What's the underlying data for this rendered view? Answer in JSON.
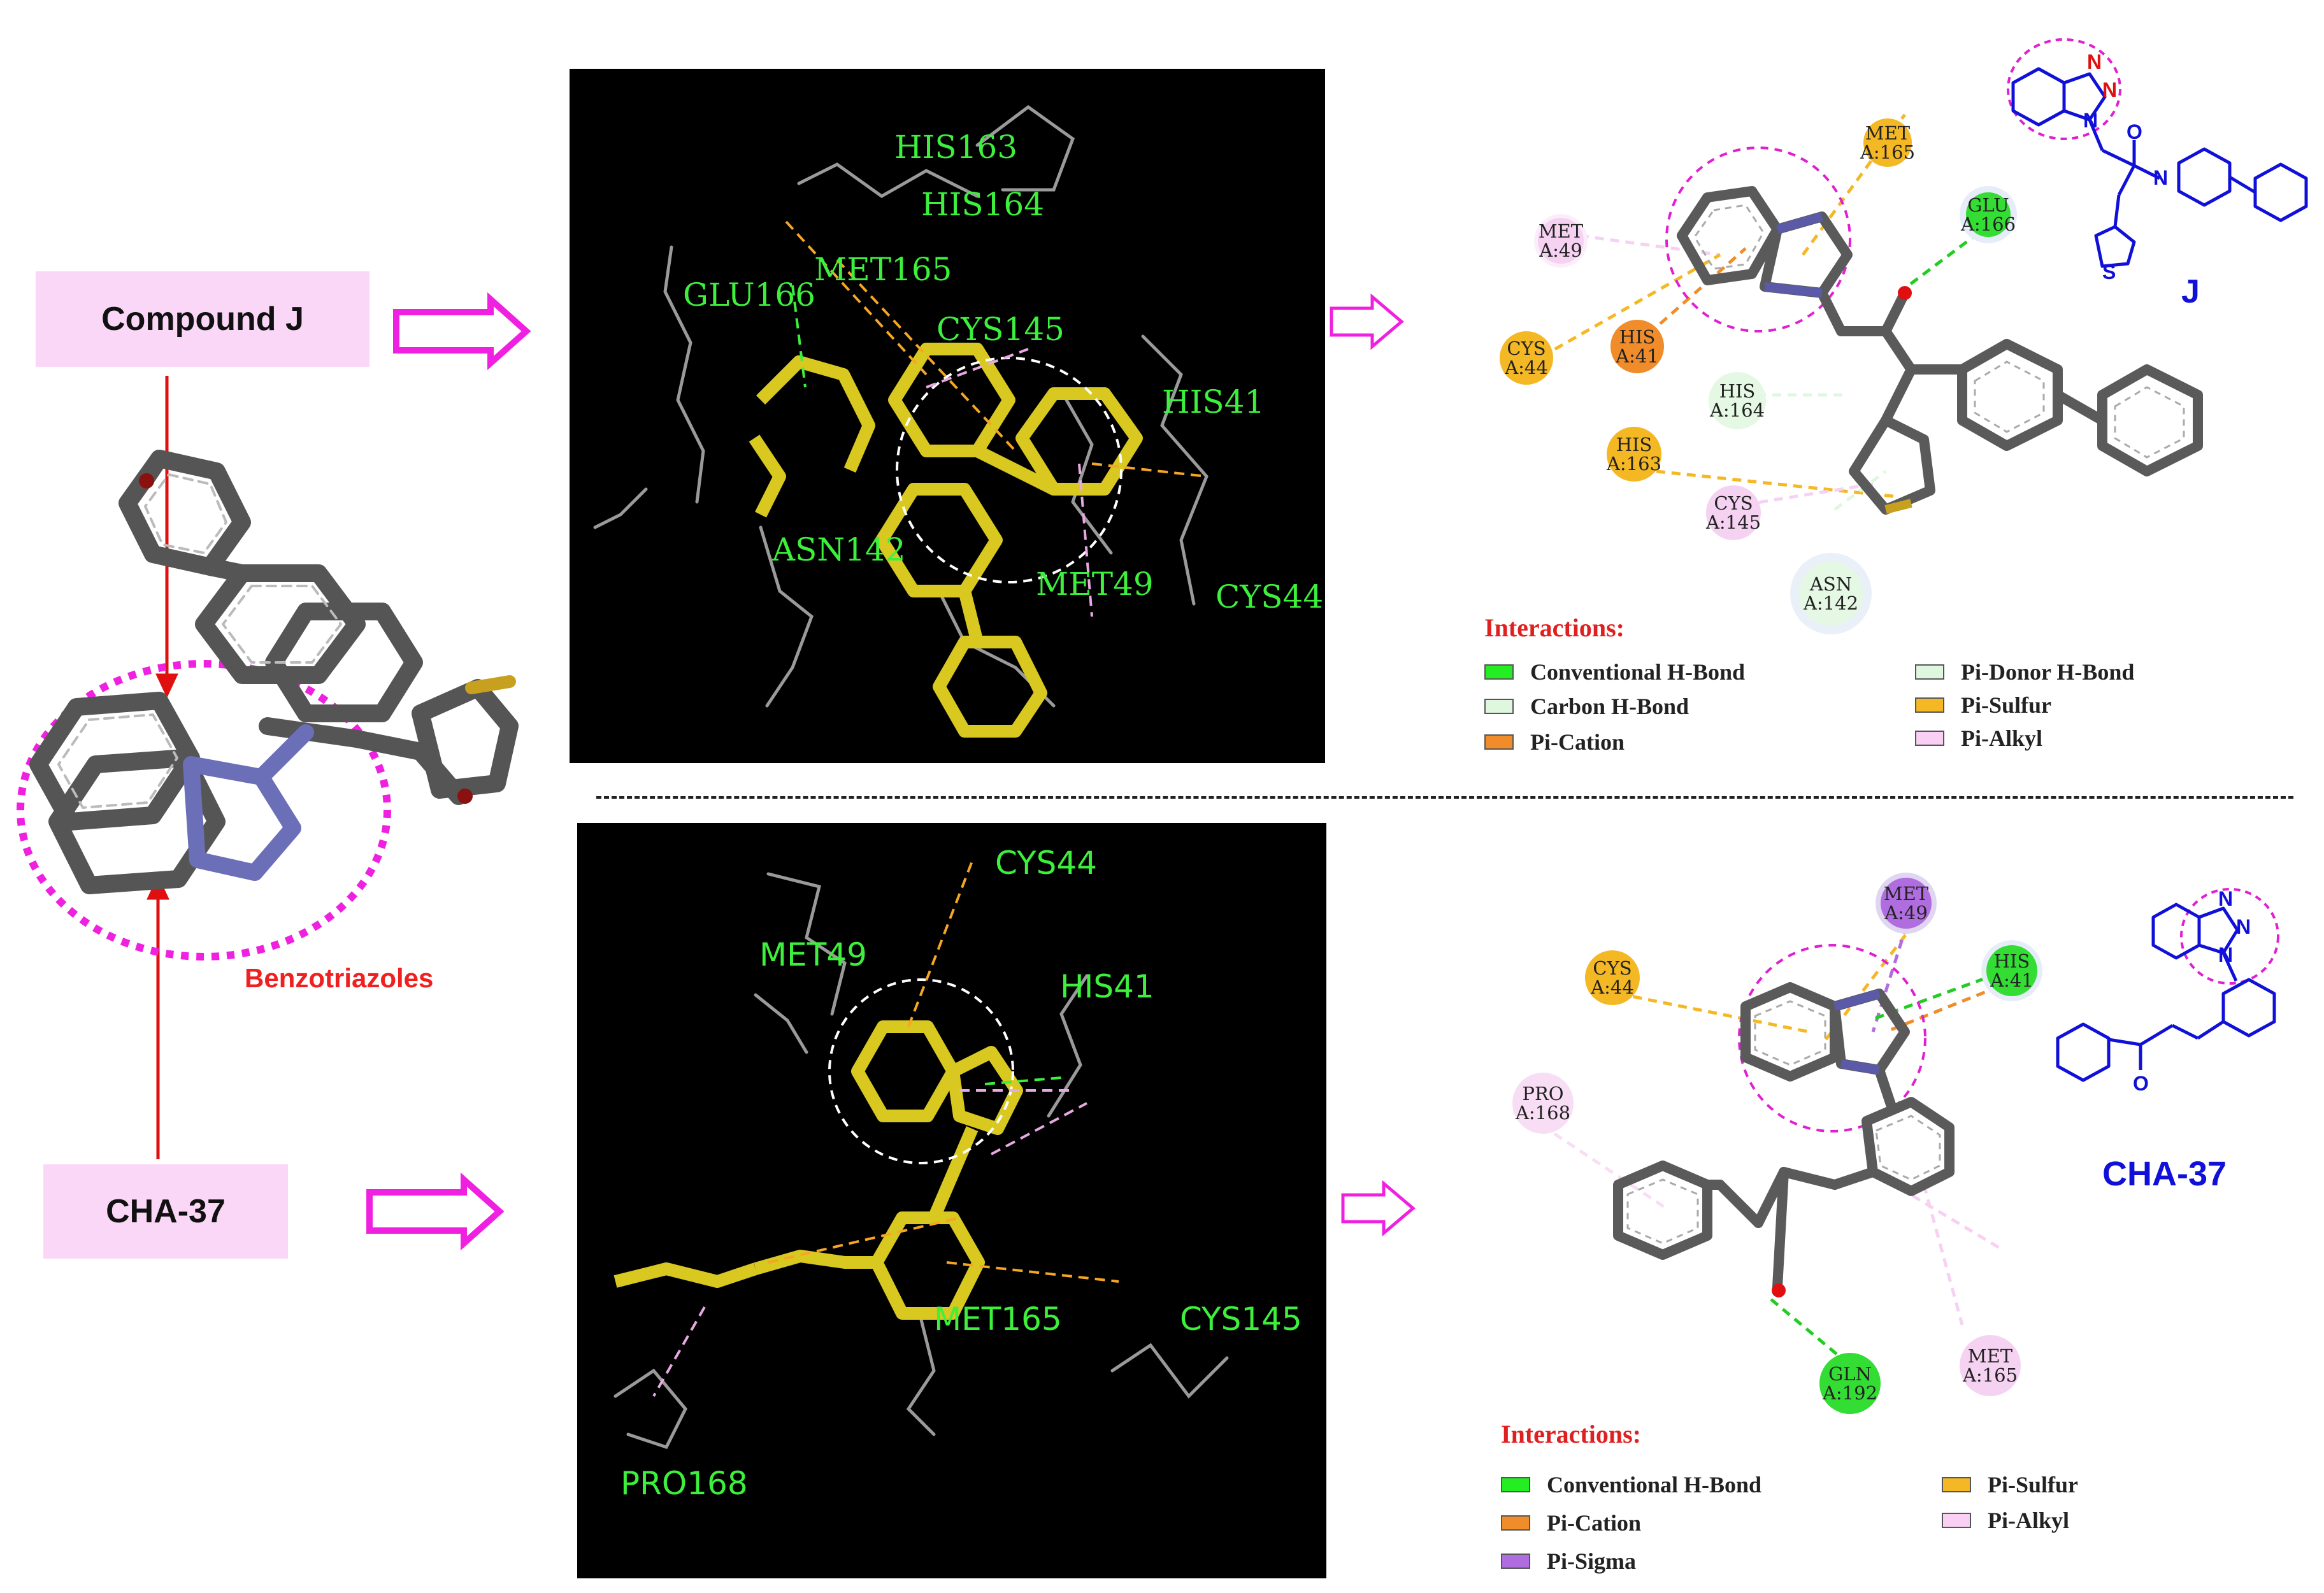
{
  "labels": {
    "compound_j": "Compound J",
    "cha37": "CHA-37",
    "benzotriazoles": "Benzotriazoles"
  },
  "top_dock": {
    "residues": [
      "HIS163",
      "HIS164",
      "MET165",
      "GLU166",
      "CYS145",
      "HIS41",
      "ASN142",
      "MET49",
      "CYS44"
    ]
  },
  "bottom_dock": {
    "residues": [
      "CYS44",
      "MET49",
      "HIS41",
      "MET165",
      "CYS145",
      "PRO168"
    ]
  },
  "top_2d": {
    "bubbles": [
      {
        "id": "met165",
        "l1": "MET",
        "l2": "A:165",
        "color": "#f5b825"
      },
      {
        "id": "met49",
        "l1": "MET",
        "l2": "A:49",
        "color": "#f6d2f2"
      },
      {
        "id": "glu166",
        "l1": "GLU",
        "l2": "A:166",
        "color": "#33dd33"
      },
      {
        "id": "cys44",
        "l1": "CYS",
        "l2": "A:44",
        "color": "#f5b825"
      },
      {
        "id": "his41",
        "l1": "HIS",
        "l2": "A:41",
        "color": "#f08c2a"
      },
      {
        "id": "his164",
        "l1": "HIS",
        "l2": "A:164",
        "color": "#e4f8e4"
      },
      {
        "id": "his163",
        "l1": "HIS",
        "l2": "A:163",
        "color": "#f5b825"
      },
      {
        "id": "cys145",
        "l1": "CYS",
        "l2": "A:145",
        "color": "#f6d2f2"
      },
      {
        "id": "asn142",
        "l1": "ASN",
        "l2": "A:142",
        "color": "#e4f8e4"
      }
    ],
    "legend_title": "Interactions:",
    "legend": [
      {
        "label": "Conventional H-Bond",
        "color": "#22ee22"
      },
      {
        "label": "Carbon H-Bond",
        "color": "#dff7df"
      },
      {
        "label": "Pi-Cation",
        "color": "#f08c2a"
      },
      {
        "label": "Pi-Donor H-Bond",
        "color": "#dff7df"
      },
      {
        "label": "Pi-Sulfur",
        "color": "#f5b825"
      },
      {
        "label": "Pi-Alkyl",
        "color": "#f9d0f3"
      }
    ],
    "structure_label": "J",
    "atoms": {
      "n": "N",
      "o": "O",
      "s": "S"
    }
  },
  "bottom_2d": {
    "bubbles": [
      {
        "id": "met49",
        "l1": "MET",
        "l2": "A:49",
        "color": "#b06de0"
      },
      {
        "id": "cys44",
        "l1": "CYS",
        "l2": "A:44",
        "color": "#f5b825"
      },
      {
        "id": "his41",
        "l1": "HIS",
        "l2": "A:41",
        "color": "#33dd33"
      },
      {
        "id": "pro168",
        "l1": "PRO",
        "l2": "A:168",
        "color": "#f8def5"
      },
      {
        "id": "gln192",
        "l1": "GLN",
        "l2": "A:192",
        "color": "#33dd33"
      },
      {
        "id": "met165",
        "l1": "MET",
        "l2": "A:165",
        "color": "#f6d2f2"
      }
    ],
    "legend_title": "Interactions:",
    "legend": [
      {
        "label": "Conventional H-Bond",
        "color": "#22ee22"
      },
      {
        "label": "Pi-Cation",
        "color": "#f08c2a"
      },
      {
        "label": "Pi-Sigma",
        "color": "#b06de0"
      },
      {
        "label": "Pi-Sulfur",
        "color": "#f5b825"
      },
      {
        "label": "Pi-Alkyl",
        "color": "#f9d0f3"
      }
    ],
    "structure_label": "CHA-37",
    "atoms": {
      "n": "N",
      "o": "O"
    }
  }
}
